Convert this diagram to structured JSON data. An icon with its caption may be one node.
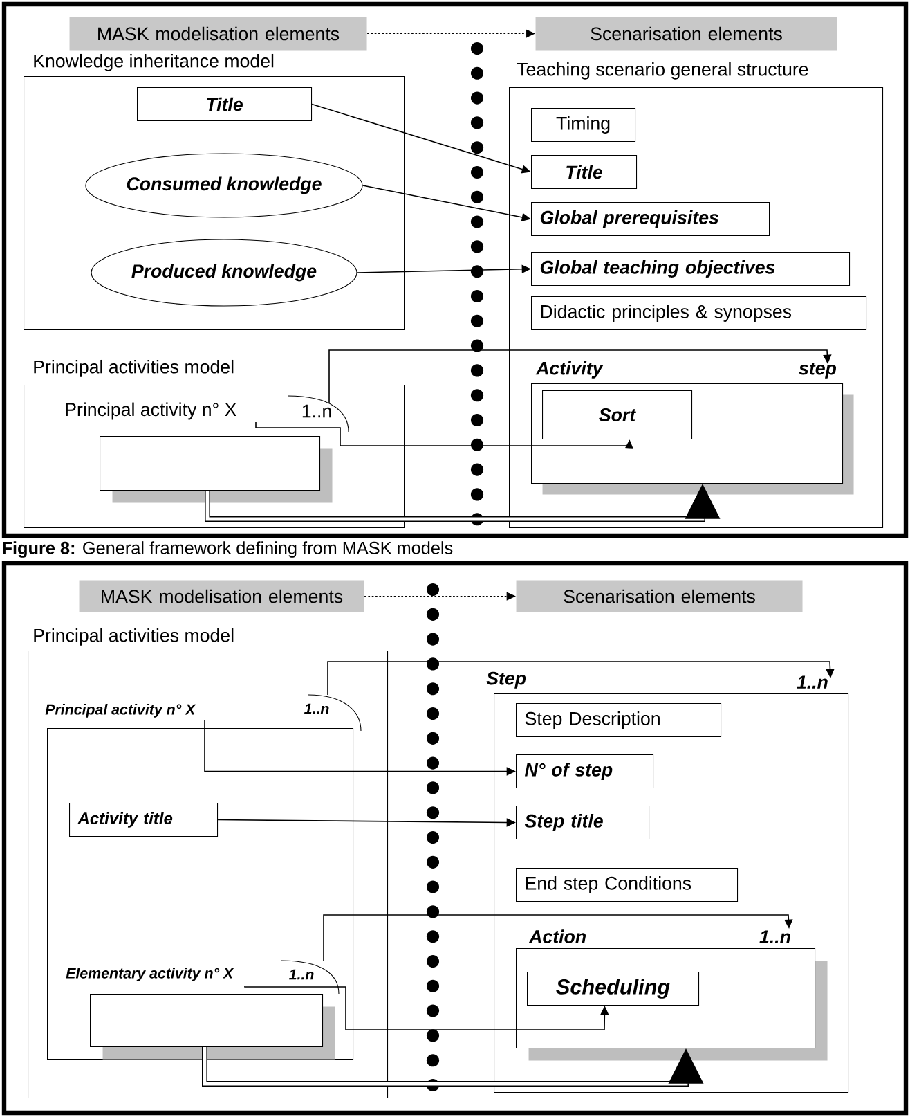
{
  "diagram": {
    "caption": "**Figure 8:** General framework defining from MASK models",
    "nodes": [
      {
        "text": [
          "MASK modelisation elements"
        ]
      },
      {
        "text": [
          "Scenarisation elements"
        ]
      },
      {
        "text": [
          "Knowledge inheritance model"
        ]
      },
      {
        "text": [
          "Title"
        ],
        "in": 2
      },
      {
        "text": [
          "Consumed knowledge"
        ],
        "in": 2
      },
      {
        "text": [
          "Produced knowledge"
        ],
        "in": 2
      },
      {
        "text": [
          "Teaching scenario general structure"
        ]
      },
      {
        "text": [
          "Timing"
        ],
        "in": 6
      },
      {
        "text": [
          "Title"
        ],
        "in": 6
      },
      {
        "text": [
          "Global prerequisites"
        ],
        "in": 6
      },
      {
        "text": [
          "Global teaching objectives"
        ],
        "in": 6
      },
      {
        "text": [
          "Didactic principles & synopses"
        ],
        "in": 6
      },
      {
        "text": [
          "Activity",
          "step"
        ],
        "in": 6
      },
      {
        "text": [
          "Sort"
        ],
        "in": 12
      },
      {
        "text": [
          "Principal activities model"
        ]
      },
      {
        "text": [
          "Principal activity n° X"
        ],
        "in": 14
      },
      {
        "text": [],
        "shape": "box",
        "in": 14
      },
      {
        "text": [
          "MASK modelisation elements"
        ]
      },
      {
        "text": [
          "Scenarisation elements"
        ]
      },
      {
        "text": [
          "Principal activities model"
        ]
      },
      {
        "text": [
          "Principal activity n° X"
        ],
        "in": 19
      },
      {
        "text": [
          "Activity title"
        ],
        "in": 20
      },
      {
        "text": [
          "Elementary activity n° X"
        ],
        "in": 20
      },
      {
        "text": [],
        "shape": "box",
        "in": 20
      },
      {
        "text": [
          "Step",
          "1..n"
        ]
      },
      {
        "text": [
          "Step Description"
        ],
        "in": 24
      },
      {
        "text": [
          "N° of step"
        ],
        "in": 24
      },
      {
        "text": [
          "Step title"
        ],
        "in": 24
      },
      {
        "text": [
          "End step Conditions"
        ],
        "in": 24
      },
      {
        "text": [
          "Action",
          "1..n"
        ],
        "in": 24
      },
      {
        "text": [
          "Scheduling"
        ],
        "in": 29
      }
    ],
    "edges": [
      {
        "from": 0,
        "to": 1,
        "arrow": "to",
        "style": "dashed"
      },
      {
        "from": 3,
        "to": 8,
        "arrow": "to"
      },
      {
        "from": 4,
        "to": 9,
        "arrow": "to"
      },
      {
        "from": 5,
        "to": 10,
        "arrow": "to"
      },
      {
        "from": 15,
        "to": 12,
        "arrow": "to",
        "label": "1..n"
      },
      {
        "from": 15,
        "to": 13,
        "arrow": "to"
      },
      {
        "from": 16,
        "to": 12,
        "arrow": "to",
        "style": "thick"
      },
      {
        "from": 17,
        "to": 18,
        "arrow": "to",
        "style": "dashed"
      },
      {
        "from": 20,
        "to": 24,
        "arrow": "to",
        "label": "1..n"
      },
      {
        "from": 20,
        "to": 26,
        "arrow": "to"
      },
      {
        "from": 21,
        "to": 27,
        "arrow": "to"
      },
      {
        "from": 22,
        "to": 29,
        "arrow": "to",
        "label": "1..n"
      },
      {
        "from": 22,
        "to": 30,
        "arrow": "to"
      },
      {
        "from": 23,
        "to": 29,
        "arrow": "to",
        "style": "thick"
      }
    ]
  }
}
